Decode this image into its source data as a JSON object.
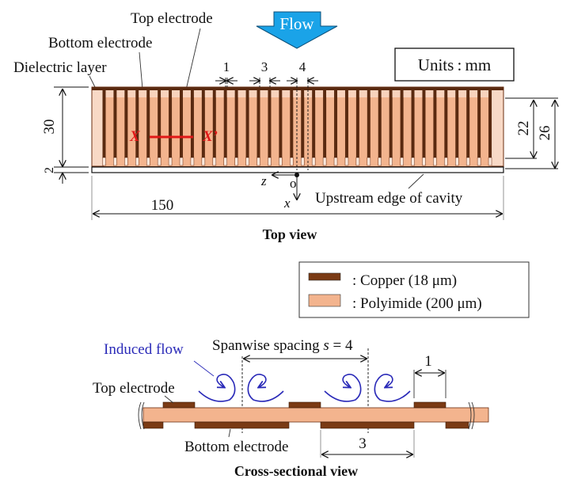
{
  "top_view": {
    "labels": {
      "top_electrode": "Top electrode",
      "bottom_electrode": "Bottom electrode",
      "dielectric_layer": "Dielectric layer",
      "flow": "Flow",
      "units": "Units : mm",
      "section_start": "X",
      "section_end": "X’",
      "axis_z": "z",
      "axis_origin": "o",
      "axis_x": "x",
      "upstream_edge": "Upstream edge of cavity",
      "caption": "Top view"
    },
    "dimensions": {
      "electrode_width": "1",
      "gap": "3",
      "spacing": "4",
      "height": "30",
      "edge_offset": "2",
      "length": "150",
      "electrode_length": "22",
      "sheet_height": "26"
    },
    "electrode_count": 36
  },
  "legend": {
    "items": [
      {
        "label": ": Copper (18 μm)",
        "color": "#7a3a14"
      },
      {
        "label": ": Polyimide (200 μm)",
        "color": "#f3b48e"
      }
    ]
  },
  "cross_section": {
    "labels": {
      "induced_flow": "Induced flow",
      "spacing_prefix": "Spanwise spacing ",
      "spacing_var": "s",
      "spacing_suffix": " = 4",
      "top_electrode": "Top electrode",
      "bottom_electrode": "Bottom electrode",
      "electrode_width": "1",
      "bottom_width": "3",
      "caption": "Cross-sectional view"
    }
  },
  "colors": {
    "copper": "#6b2f12",
    "polyimide": "#f3b48e",
    "dielectric_light": "#f8d9c6",
    "flow_arrow": "#1aa3e8",
    "section_line": "#e01818",
    "induced_flow": "#2a2ab8"
  }
}
